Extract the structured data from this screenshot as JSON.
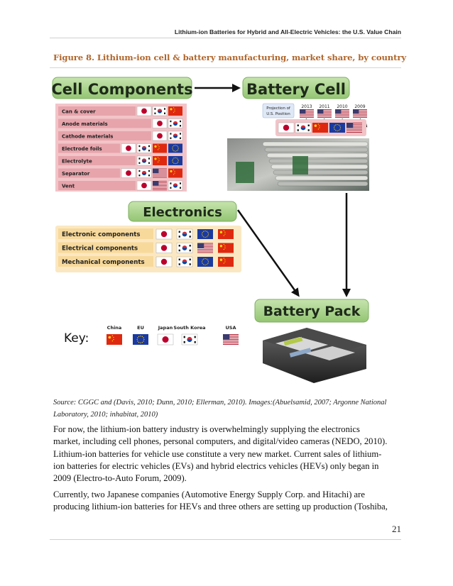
{
  "header": {
    "running_title": "Lithium-ion Batteries for Hybrid and All-Electric Vehicles: the U.S. Value Chain"
  },
  "figure": {
    "title": "Figure 8.  Lithium-ion cell & battery manufacturing, market share, by country",
    "boxes": {
      "cell_components": "Cell Components",
      "battery_cell": "Battery Cell",
      "electronics": "Electronics",
      "battery_pack": "Battery Pack"
    },
    "cell_component_rows": [
      {
        "label": "Can & cover",
        "flags": [
          "japan",
          "south_korea",
          "china"
        ]
      },
      {
        "label": "Anode materials",
        "flags": [
          "japan",
          "south_korea"
        ]
      },
      {
        "label": "Cathode materials",
        "flags": [
          "japan",
          "south_korea"
        ]
      },
      {
        "label": "Electrode foils",
        "flags": [
          "japan",
          "south_korea",
          "china",
          "eu"
        ]
      },
      {
        "label": "Electrolyte",
        "flags": [
          "south_korea",
          "china",
          "eu"
        ]
      },
      {
        "label": "Separator",
        "flags": [
          "japan",
          "south_korea",
          "usa",
          "china"
        ]
      },
      {
        "label": "Vent",
        "flags": [
          "japan",
          "usa",
          "south_korea"
        ]
      }
    ],
    "projection": {
      "label_line1": "Projection of",
      "label_line2": "U.S. Position",
      "years": [
        "2013",
        "2011",
        "2010",
        "2009"
      ]
    },
    "battery_cell_flags": [
      "japan",
      "south_korea",
      "china",
      "eu",
      "usa"
    ],
    "electronics_rows": [
      {
        "label": "Electronic components",
        "flags": [
          "japan",
          "south_korea",
          "eu",
          "china"
        ]
      },
      {
        "label": "Electrical components",
        "flags": [
          "japan",
          "south_korea",
          "usa",
          "china"
        ]
      },
      {
        "label": "Mechanical components",
        "flags": [
          "japan",
          "south_korea",
          "eu",
          "china"
        ]
      }
    ],
    "key": {
      "title": "Key:",
      "items": [
        {
          "flag": "china",
          "label": "China"
        },
        {
          "flag": "eu",
          "label": "EU"
        },
        {
          "flag": "japan",
          "label": "Japan"
        },
        {
          "flag": "south_korea",
          "label": "South Korea"
        },
        {
          "flag": "usa",
          "label": "USA"
        }
      ]
    },
    "colors": {
      "box_green": "#a8d28a",
      "pink_panel": "#f2c4c8",
      "cream_panel": "#fbe8c2",
      "title_orange": "#b0652a",
      "japan_red": "#bc002d",
      "china_red": "#de2910",
      "eu_blue": "#1a3aa0",
      "usa_blue": "#3c3b6e"
    }
  },
  "source": "Source: CGGC and (Davis, 2010; Dunn, 2010; Ellerman, 2010). Images:(Abuelsamid, 2007; Argonne National Laboratory, 2010; inhabitat, 2010)",
  "paragraphs": [
    "For now, the lithium-ion battery industry is overwhelmingly supplying the electronics market, including cell phones, personal computers, and digital/video cameras (NEDO, 2010). Lithium-ion batteries for vehicle use constitute a very new market. Current sales of lithium-ion batteries for electric vehicles (EVs) and hybrid electrics vehicles (HEVs) only began in 2009 (Electro-to-Auto Forum, 2009).",
    "Currently, two Japanese companies (Automotive Energy Supply Corp. and Hitachi) are producing lithium-ion batteries for HEVs and three others are setting up production (Toshiba,"
  ],
  "page_number": "21"
}
